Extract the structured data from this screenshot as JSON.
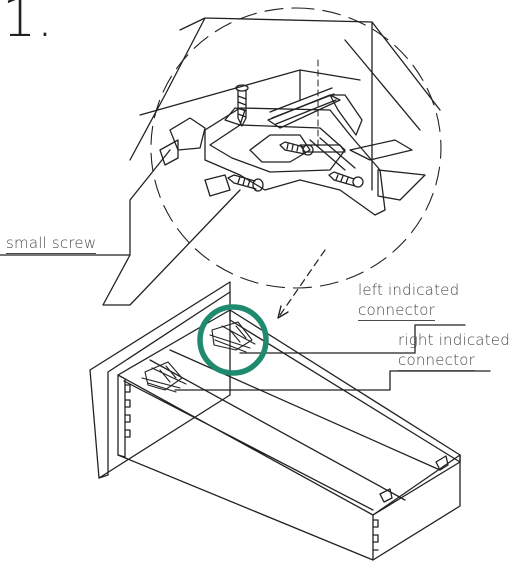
{
  "step_number": "1.",
  "labels": {
    "small_screw": "small screw",
    "left_connector_line1": "left indicated",
    "left_connector_line2": "connector",
    "right_connector_line1": "right indicated",
    "right_connector_line2": "connector"
  },
  "colors": {
    "line": "#222222",
    "label_text": "#4a4a4a",
    "highlight_circle": "#1f8a6e",
    "background": "#ffffff"
  }
}
